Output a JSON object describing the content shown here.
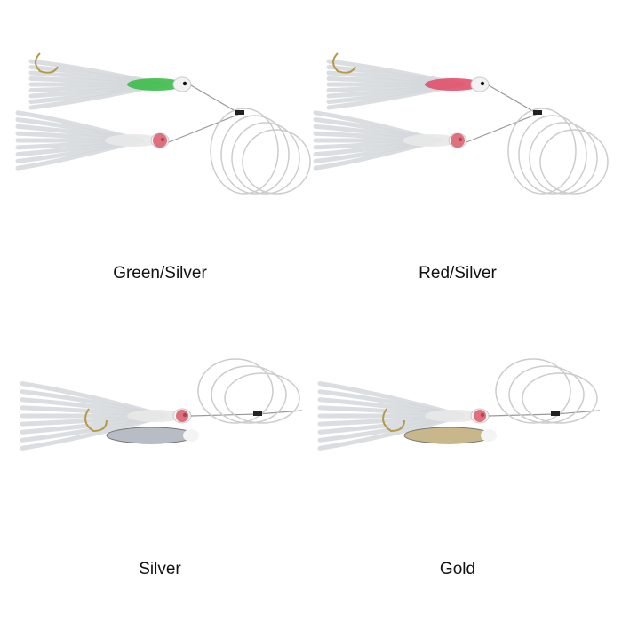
{
  "variants": [
    {
      "label": "Green/Silver",
      "body_color": "#3dbb4a"
    },
    {
      "label": "Red/Silver",
      "body_color": "#e0506a"
    },
    {
      "label": "Silver",
      "body_color": "#b8bcc4"
    },
    {
      "label": "Gold",
      "body_color": "#c8b78a"
    }
  ]
}
